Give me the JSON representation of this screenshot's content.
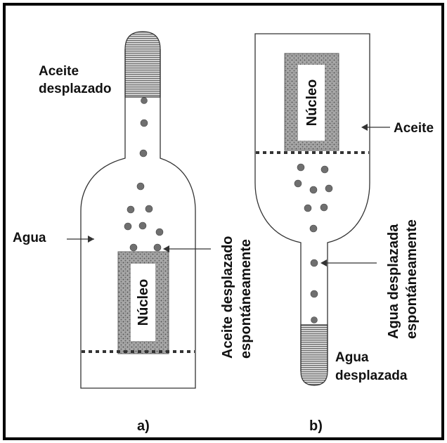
{
  "panel_a": {
    "label_aceite_line1": "Aceite",
    "label_aceite_line2": "desplazado",
    "label_agua": "Agua",
    "label_nucleo": "Núcleo",
    "label_vertical_line1": "Aceite desplazado",
    "label_vertical_line2": "espontáneamente",
    "caption": "a)"
  },
  "panel_b": {
    "label_nucleo": "Núcleo",
    "label_aceite": "Aceite",
    "label_vertical_line1": "Agua desplazada",
    "label_vertical_line2": "espontáneamente",
    "label_agua_line1": "Agua",
    "label_agua_line2": "desplazada",
    "caption": "b)"
  },
  "colors": {
    "border": "#000000",
    "background": "#ffffff",
    "droplet": "#6f6f6f",
    "core_fill": "#9a9a9a"
  }
}
